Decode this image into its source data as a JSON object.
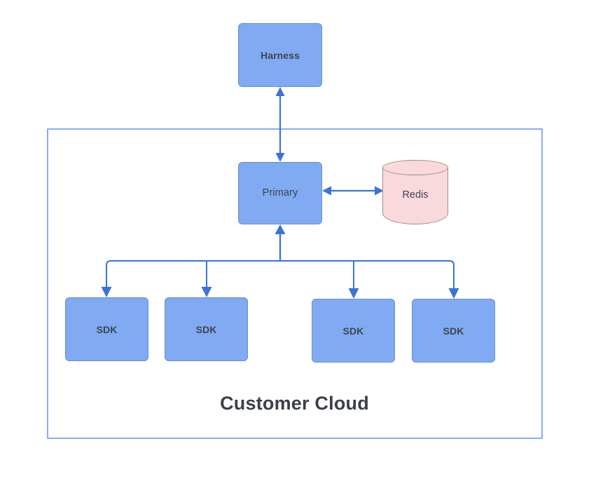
{
  "diagram": {
    "title": "Customer Cloud",
    "accent_blue": "#80aaf2",
    "edge_blue": "#3b74d6",
    "container_border": "#85aef5",
    "redis_fill": "#f9d9dc",
    "redis_border": "#9c8c8c",
    "text_color": "#3f4450"
  },
  "nodes": {
    "harness": {
      "label": "Harness"
    },
    "primary": {
      "label": "Primary"
    },
    "redis": {
      "label": "Redis"
    },
    "sdks": [
      {
        "label": "SDK"
      },
      {
        "label": "SDK"
      },
      {
        "label": "SDK"
      },
      {
        "label": "SDK"
      }
    ]
  }
}
